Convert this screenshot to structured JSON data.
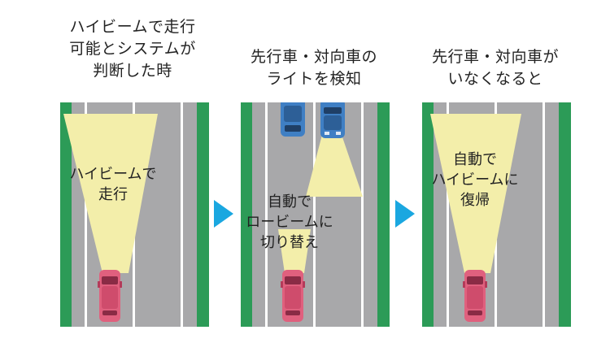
{
  "panels": [
    {
      "caption": [
        "ハイビームで走行",
        "可能とシステムが",
        "判断した時"
      ],
      "overlay": [
        "ハイビームで",
        "走行"
      ]
    },
    {
      "caption": [
        "先行車・対向車の",
        "ライトを検知"
      ],
      "overlay": [
        "自動で",
        "ロービームに",
        "切り替え"
      ]
    },
    {
      "caption": [
        "先行車・対向車が",
        "いなくなると"
      ],
      "overlay": [
        "自動で",
        "ハイビームに",
        "復帰"
      ]
    }
  ],
  "colors": {
    "road": "#a8a8aa",
    "lane_line": "#ffffff",
    "roadside": "#2c9b57",
    "beam": "#f3eeaa",
    "own_car": "#e0607e",
    "other_car": "#3f7fc4",
    "arrow": "#1aa7e0"
  },
  "icons": [
    "own-car-icon",
    "oncoming-car-icon",
    "leading-car-icon",
    "next-arrow-icon"
  ]
}
